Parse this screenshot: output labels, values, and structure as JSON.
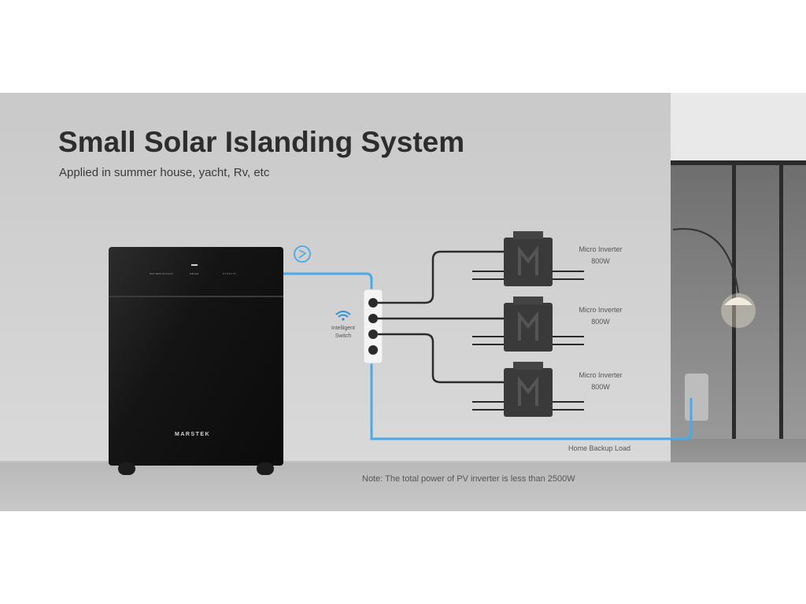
{
  "title": "Small Solar Islanding System",
  "subtitle": "Applied in summer house, yacht, Rv, etc",
  "battery": {
    "brand": "MARSTEK",
    "status_left": "WIFI  BMS  BACKUP",
    "status_center": "METER",
    "status_right": "CT  PV1  PV"
  },
  "switch": {
    "label_line1": "Intelligent",
    "label_line2": "Switch"
  },
  "inverters": [
    {
      "name": "Micro Inverter",
      "power": "800W",
      "badge": "M"
    },
    {
      "name": "Micro Inverter",
      "power": "800W",
      "badge": "M"
    },
    {
      "name": "Micro Inverter",
      "power": "800W",
      "badge": "M"
    }
  ],
  "backup_label": "Home Backup Load",
  "note": "Note: The total power of PV inverter is less than 2500W",
  "colors": {
    "cable_blue": "#4aa9e6",
    "title": "#2d2d2d",
    "battery": "#111111",
    "inverter": "#3a3a3a"
  }
}
